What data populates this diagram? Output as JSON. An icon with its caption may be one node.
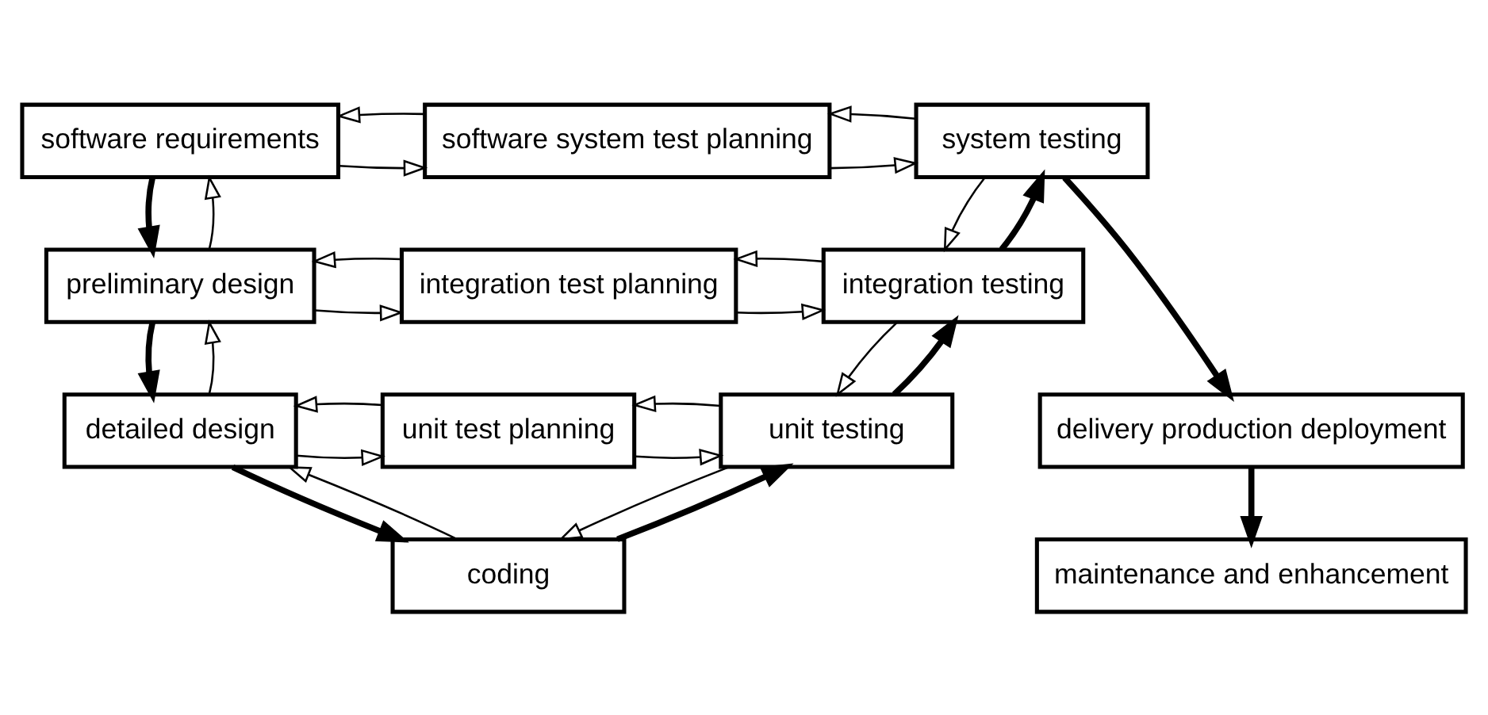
{
  "diagram": {
    "nodes": [
      {
        "text": [
          "software requirements"
        ]
      },
      {
        "text": [
          "software system test planning"
        ]
      },
      {
        "text": [
          "system testing"
        ]
      },
      {
        "text": [
          "preliminary design"
        ]
      },
      {
        "text": [
          "integration test planning"
        ]
      },
      {
        "text": [
          "integration testing"
        ]
      },
      {
        "text": [
          "detailed design"
        ]
      },
      {
        "text": [
          "unit test planning"
        ]
      },
      {
        "text": [
          "unit testing"
        ]
      },
      {
        "text": [
          "coding"
        ]
      },
      {
        "text": [
          "delivery production deployment"
        ]
      },
      {
        "text": [
          "maintenance and enhancement"
        ]
      }
    ],
    "edges": [
      {
        "from": 0,
        "to": 1,
        "arrow": "to"
      },
      {
        "from": 1,
        "to": 0,
        "arrow": "to"
      },
      {
        "from": 1,
        "to": 2,
        "arrow": "to"
      },
      {
        "from": 2,
        "to": 1,
        "arrow": "to"
      },
      {
        "from": 0,
        "to": 3,
        "arrow": "to",
        "style": "thick"
      },
      {
        "from": 3,
        "to": 0,
        "arrow": "to"
      },
      {
        "from": 3,
        "to": 4,
        "arrow": "to"
      },
      {
        "from": 4,
        "to": 3,
        "arrow": "to"
      },
      {
        "from": 4,
        "to": 5,
        "arrow": "to"
      },
      {
        "from": 5,
        "to": 4,
        "arrow": "to"
      },
      {
        "from": 3,
        "to": 6,
        "arrow": "to",
        "style": "thick"
      },
      {
        "from": 6,
        "to": 3,
        "arrow": "to"
      },
      {
        "from": 6,
        "to": 7,
        "arrow": "to"
      },
      {
        "from": 7,
        "to": 6,
        "arrow": "to"
      },
      {
        "from": 7,
        "to": 8,
        "arrow": "to"
      },
      {
        "from": 8,
        "to": 7,
        "arrow": "to"
      },
      {
        "from": 6,
        "to": 9,
        "arrow": "to",
        "style": "thick"
      },
      {
        "from": 9,
        "to": 6,
        "arrow": "to"
      },
      {
        "from": 9,
        "to": 8,
        "arrow": "to",
        "style": "thick"
      },
      {
        "from": 8,
        "to": 9,
        "arrow": "to"
      },
      {
        "from": 8,
        "to": 5,
        "arrow": "to",
        "style": "thick"
      },
      {
        "from": 5,
        "to": 8,
        "arrow": "to"
      },
      {
        "from": 5,
        "to": 2,
        "arrow": "to",
        "style": "thick"
      },
      {
        "from": 2,
        "to": 5,
        "arrow": "to"
      },
      {
        "from": 2,
        "to": 10,
        "arrow": "to",
        "style": "thick"
      },
      {
        "from": 10,
        "to": 11,
        "arrow": "to",
        "style": "thick"
      }
    ]
  }
}
